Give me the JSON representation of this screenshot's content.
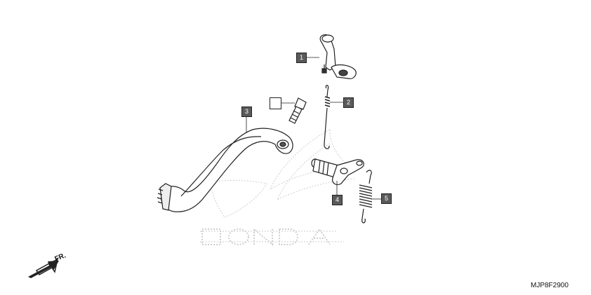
{
  "callouts": [
    {
      "id": "1",
      "label": "1"
    },
    {
      "id": "2",
      "label": "2"
    },
    {
      "id": "3",
      "label": "3"
    },
    {
      "id": "4",
      "label": "4"
    },
    {
      "id": "5",
      "label": "5"
    }
  ],
  "direction_label": "FR.",
  "diagram_code": "MJP8F2900",
  "colors": {
    "line": "#222222",
    "callout_fill": "#5a5a5a",
    "watermark": "#cfcfcf"
  },
  "icons": [
    "front-direction-arrow-icon",
    "honda-wing-watermark"
  ]
}
